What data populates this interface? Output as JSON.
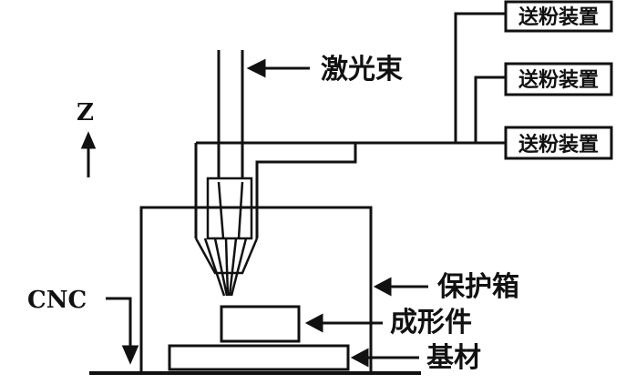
{
  "diagram": {
    "labels": {
      "laser_beam": "激光束",
      "z_axis": "Z",
      "cnc": "CNC",
      "protective_box": "保护箱",
      "formed_part": "成形件",
      "substrate": "基材"
    },
    "powder_feeders": [
      {
        "label": "送粉装置"
      },
      {
        "label": "送粉装置"
      },
      {
        "label": "送粉装置"
      }
    ],
    "colors": {
      "ink": "#111111",
      "background": "#ffffff"
    }
  }
}
